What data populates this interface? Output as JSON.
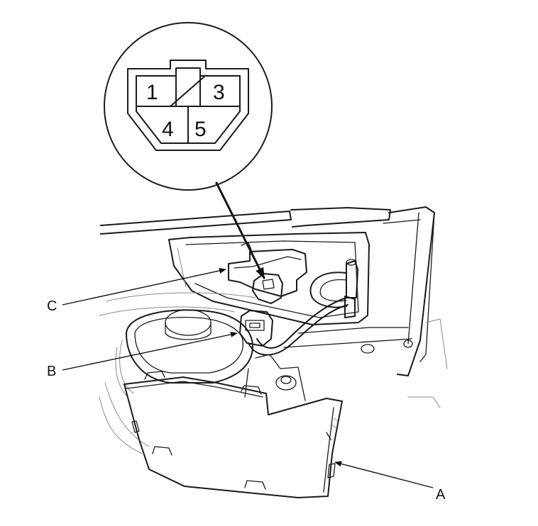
{
  "connector_pins": {
    "pin1": "1",
    "pin3": "3",
    "pin4": "4",
    "pin5": "5"
  },
  "callouts": {
    "a": "A",
    "b": "B",
    "c": "C"
  },
  "colors": {
    "ink": "#1a1a1a",
    "background": "#ffffff"
  }
}
